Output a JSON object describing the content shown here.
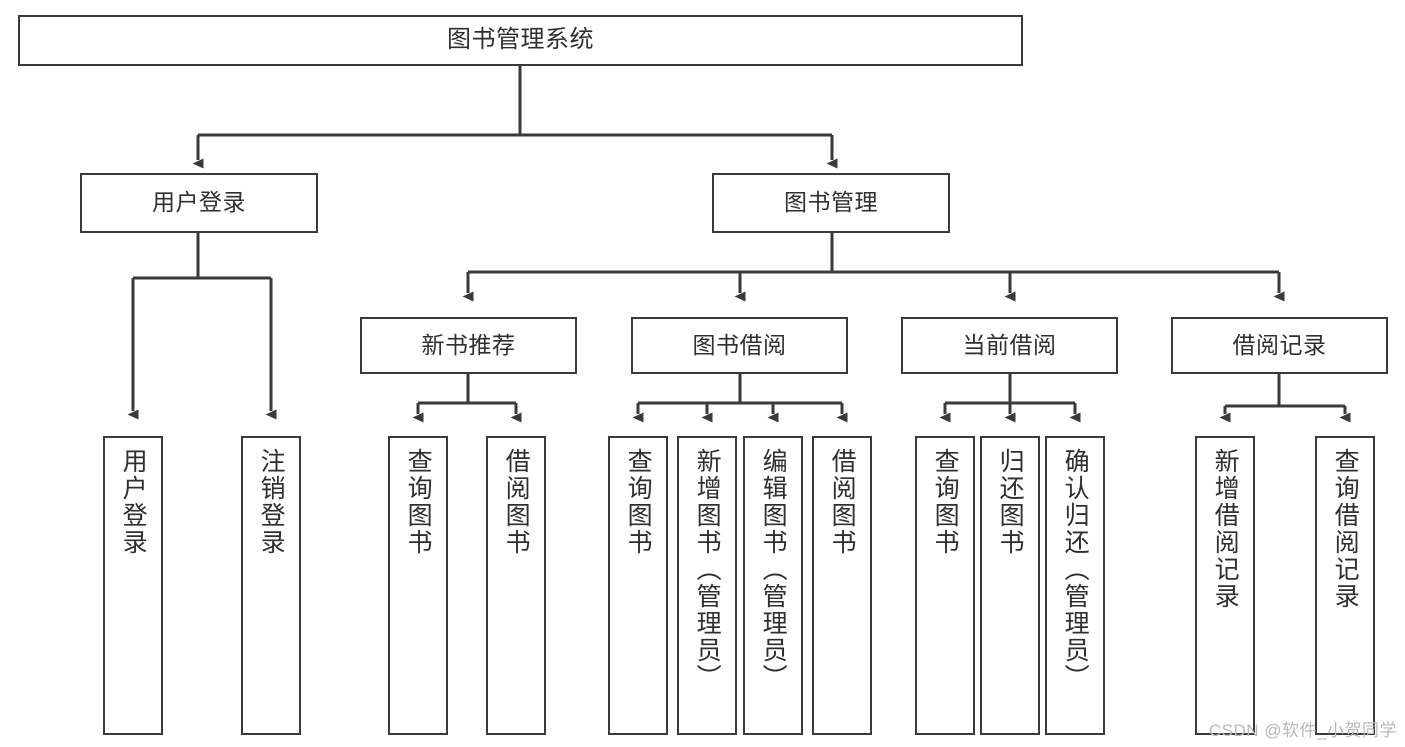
{
  "diagram": {
    "title": "图书管理系统",
    "type": "tree-hierarchy-diagram",
    "colors": {
      "background": "#ffffff",
      "box_border": "#3a3a3a",
      "box_fill": "#ffffff",
      "text": "#2f2f2f",
      "connector": "#3a3a3a",
      "watermark": "#b9b9b9"
    },
    "nodes": {
      "root": {
        "label": "图书管理系统"
      },
      "level2": [
        {
          "label": "用户登录"
        },
        {
          "label": "图书管理"
        }
      ],
      "level3": [
        {
          "label": "新书推荐"
        },
        {
          "label": "图书借阅"
        },
        {
          "label": "当前借阅"
        },
        {
          "label": "借阅记录"
        }
      ],
      "leaves_user_login": [
        {
          "label": "用户登录"
        },
        {
          "label": "注销登录"
        }
      ],
      "leaves_new_book": [
        {
          "label": "查询图书"
        },
        {
          "label": "借阅图书"
        }
      ],
      "leaves_borrow": [
        {
          "label": "查询图书"
        },
        {
          "label": "新增图书（管理员）"
        },
        {
          "label": "编辑图书（管理员）"
        },
        {
          "label": "借阅图书"
        }
      ],
      "leaves_current": [
        {
          "label": "查询图书"
        },
        {
          "label": "归还图书"
        },
        {
          "label": "确认归还（管理员）"
        }
      ],
      "leaves_record": [
        {
          "label": "新增借阅记录"
        },
        {
          "label": "查询借阅记录"
        }
      ]
    }
  },
  "watermark": {
    "text": "CSDN @软件_小贺同学"
  }
}
